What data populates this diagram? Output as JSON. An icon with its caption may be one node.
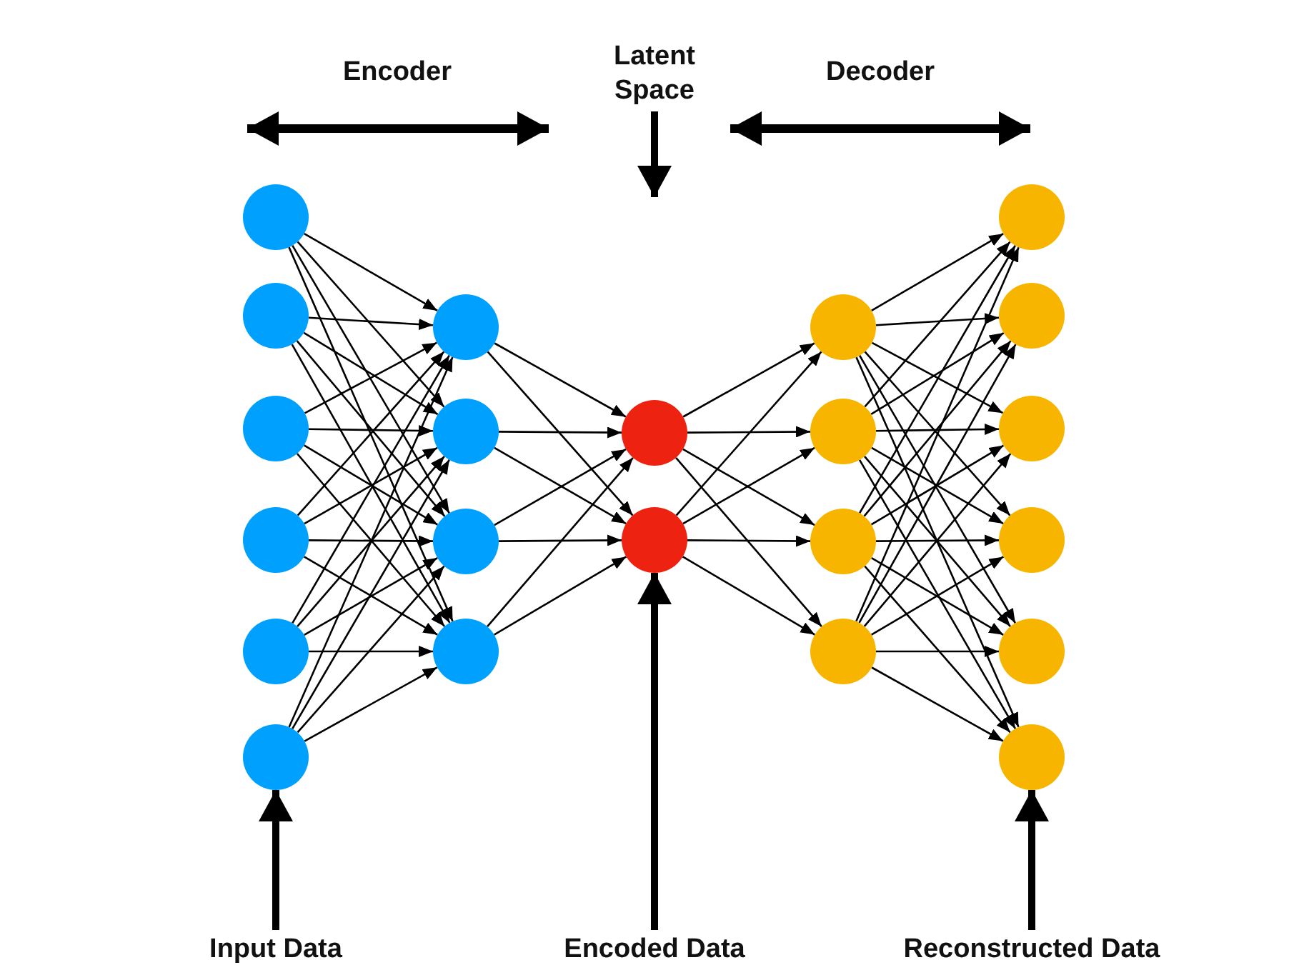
{
  "diagram": {
    "nodes": [
      {
        "text": [],
        "shape": "circle"
      },
      {
        "text": [],
        "shape": "circle"
      },
      {
        "text": [],
        "shape": "circle"
      },
      {
        "text": [],
        "shape": "circle"
      },
      {
        "text": [],
        "shape": "circle"
      },
      {
        "text": [],
        "shape": "circle"
      },
      {
        "text": [],
        "shape": "circle"
      },
      {
        "text": [],
        "shape": "circle"
      },
      {
        "text": [],
        "shape": "circle"
      },
      {
        "text": [],
        "shape": "circle"
      },
      {
        "text": [],
        "shape": "circle"
      },
      {
        "text": [],
        "shape": "circle"
      },
      {
        "text": [],
        "shape": "circle"
      },
      {
        "text": [],
        "shape": "circle"
      },
      {
        "text": [],
        "shape": "circle"
      },
      {
        "text": [],
        "shape": "circle"
      },
      {
        "text": [],
        "shape": "circle"
      },
      {
        "text": [],
        "shape": "circle"
      },
      {
        "text": [],
        "shape": "circle"
      },
      {
        "text": [],
        "shape": "circle"
      },
      {
        "text": [],
        "shape": "circle"
      },
      {
        "text": [],
        "shape": "circle"
      },
      {
        "text": [
          "Latent Space"
        ]
      },
      {
        "text": [
          "Input Data"
        ]
      },
      {
        "text": [
          "Encoded Data"
        ]
      },
      {
        "text": [
          "Reconstructed Data"
        ]
      }
    ],
    "edges": [
      {
        "from": 0,
        "to": 6,
        "arrow": "to"
      },
      {
        "from": 0,
        "to": 7,
        "arrow": "to"
      },
      {
        "from": 0,
        "to": 8,
        "arrow": "to"
      },
      {
        "from": 0,
        "to": 9,
        "arrow": "to"
      },
      {
        "from": 1,
        "to": 6,
        "arrow": "to"
      },
      {
        "from": 1,
        "to": 7,
        "arrow": "to"
      },
      {
        "from": 1,
        "to": 8,
        "arrow": "to"
      },
      {
        "from": 1,
        "to": 9,
        "arrow": "to"
      },
      {
        "from": 2,
        "to": 6,
        "arrow": "to"
      },
      {
        "from": 2,
        "to": 7,
        "arrow": "to"
      },
      {
        "from": 2,
        "to": 8,
        "arrow": "to"
      },
      {
        "from": 2,
        "to": 9,
        "arrow": "to"
      },
      {
        "from": 3,
        "to": 6,
        "arrow": "to"
      },
      {
        "from": 3,
        "to": 7,
        "arrow": "to"
      },
      {
        "from": 3,
        "to": 8,
        "arrow": "to"
      },
      {
        "from": 3,
        "to": 9,
        "arrow": "to"
      },
      {
        "from": 4,
        "to": 6,
        "arrow": "to"
      },
      {
        "from": 4,
        "to": 7,
        "arrow": "to"
      },
      {
        "from": 4,
        "to": 8,
        "arrow": "to"
      },
      {
        "from": 4,
        "to": 9,
        "arrow": "to"
      },
      {
        "from": 5,
        "to": 6,
        "arrow": "to"
      },
      {
        "from": 5,
        "to": 7,
        "arrow": "to"
      },
      {
        "from": 5,
        "to": 8,
        "arrow": "to"
      },
      {
        "from": 5,
        "to": 9,
        "arrow": "to"
      },
      {
        "from": 6,
        "to": 10,
        "arrow": "to"
      },
      {
        "from": 6,
        "to": 11,
        "arrow": "to"
      },
      {
        "from": 7,
        "to": 10,
        "arrow": "to"
      },
      {
        "from": 7,
        "to": 11,
        "arrow": "to"
      },
      {
        "from": 8,
        "to": 10,
        "arrow": "to"
      },
      {
        "from": 8,
        "to": 11,
        "arrow": "to"
      },
      {
        "from": 9,
        "to": 10,
        "arrow": "to"
      },
      {
        "from": 9,
        "to": 11,
        "arrow": "to"
      },
      {
        "from": 10,
        "to": 12,
        "arrow": "to"
      },
      {
        "from": 10,
        "to": 13,
        "arrow": "to"
      },
      {
        "from": 10,
        "to": 14,
        "arrow": "to"
      },
      {
        "from": 10,
        "to": 15,
        "arrow": "to"
      },
      {
        "from": 11,
        "to": 12,
        "arrow": "to"
      },
      {
        "from": 11,
        "to": 13,
        "arrow": "to"
      },
      {
        "from": 11,
        "to": 14,
        "arrow": "to"
      },
      {
        "from": 11,
        "to": 15,
        "arrow": "to"
      },
      {
        "from": 12,
        "to": 16,
        "arrow": "to"
      },
      {
        "from": 12,
        "to": 17,
        "arrow": "to"
      },
      {
        "from": 12,
        "to": 18,
        "arrow": "to"
      },
      {
        "from": 12,
        "to": 19,
        "arrow": "to"
      },
      {
        "from": 12,
        "to": 20,
        "arrow": "to"
      },
      {
        "from": 12,
        "to": 21,
        "arrow": "to"
      },
      {
        "from": 13,
        "to": 16,
        "arrow": "to"
      },
      {
        "from": 13,
        "to": 17,
        "arrow": "to"
      },
      {
        "from": 13,
        "to": 18,
        "arrow": "to"
      },
      {
        "from": 13,
        "to": 19,
        "arrow": "to"
      },
      {
        "from": 13,
        "to": 20,
        "arrow": "to"
      },
      {
        "from": 13,
        "to": 21,
        "arrow": "to"
      },
      {
        "from": 14,
        "to": 16,
        "arrow": "to"
      },
      {
        "from": 14,
        "to": 17,
        "arrow": "to"
      },
      {
        "from": 14,
        "to": 18,
        "arrow": "to"
      },
      {
        "from": 14,
        "to": 19,
        "arrow": "to"
      },
      {
        "from": 14,
        "to": 20,
        "arrow": "to"
      },
      {
        "from": 14,
        "to": 21,
        "arrow": "to"
      },
      {
        "from": 15,
        "to": 16,
        "arrow": "to"
      },
      {
        "from": 15,
        "to": 17,
        "arrow": "to"
      },
      {
        "from": 15,
        "to": 18,
        "arrow": "to"
      },
      {
        "from": 15,
        "to": 19,
        "arrow": "to"
      },
      {
        "from": 15,
        "to": 20,
        "arrow": "to"
      },
      {
        "from": 15,
        "to": 21,
        "arrow": "to"
      },
      {
        "from": 22,
        "to": null,
        "arrow": "to",
        "style": "thick"
      },
      {
        "from": 23,
        "to": 5,
        "arrow": "to",
        "style": "thick"
      },
      {
        "from": 24,
        "to": 11,
        "arrow": "to",
        "style": "thick"
      },
      {
        "from": 25,
        "to": 21,
        "arrow": "to",
        "style": "thick"
      }
    ],
    "labels": [
      "Encoder",
      "Decoder"
    ]
  }
}
